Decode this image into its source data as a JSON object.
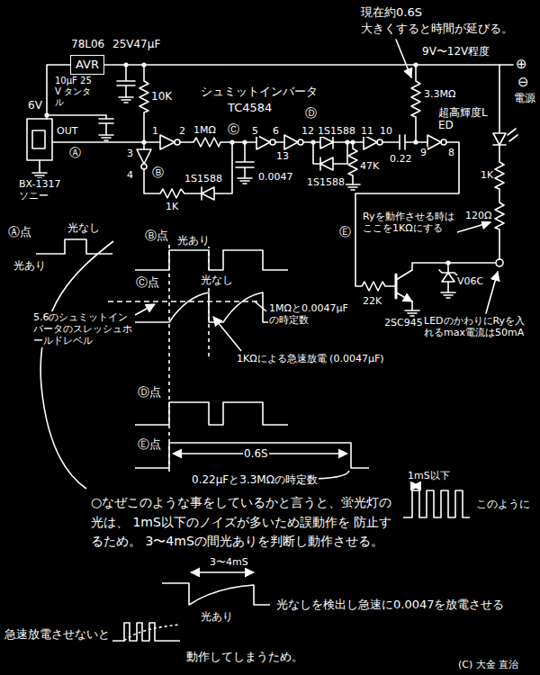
{
  "diagram": {
    "nodes": [
      {
        "text": [
          "AVR"
        ]
      }
    ],
    "labels": [
      "現在約0.6S",
      "大きくすると時間が延びる。",
      "78L06",
      "25V47μF",
      "9V〜12V程度",
      "⊕",
      "⊖",
      "電源",
      "10μF 25V タンタル",
      "6V",
      "シュミットインバータ",
      "TC4584",
      "10K",
      "3.3MΩ",
      "超高輝度LED",
      "OUT",
      "Ⓐ",
      "1",
      "2",
      "1MΩ",
      "Ⓒ",
      "5",
      "6",
      "Ⓓ",
      "12",
      "1S1588",
      "11",
      "10",
      "13",
      "9",
      "8",
      "0.22",
      "47K",
      "1S1588",
      "0.0047",
      "3",
      "Ⓑ",
      "4",
      "1S1588",
      "1K",
      "BX-1317 ソニー",
      "1K",
      "120Ω",
      "Ⓔ",
      "Ryを動作させる時はここを1KΩにする",
      "22K",
      "2SC945",
      "V06C",
      "LEDのかわりにRyを入れるmax電流は50mA",
      "Ⓐ点",
      "光なし",
      "光あり",
      "Ⓑ点",
      "光あり",
      "光なし",
      "Ⓒ点",
      "1MΩと0.0047μFの時定数",
      "5.6のシュミットインバータのスレッシュホールドレベル",
      "1KΩによる急速放電 (0.0047μF)",
      "Ⓓ点",
      "Ⓔ点",
      "0.6S",
      "0.22μFと3.3MΩの時定数",
      "○なぜこのような事をしているかと言うと、蛍光灯の光は、 1mS以下のノイズが多いため誤動作を 防止するため。 3〜4mSの間光ありを判断し動作させる。",
      "1mS以下",
      "このように",
      "3〜4mS",
      "光あり",
      "光なしを検出し急速に0.0047を放電させる",
      "急速放電させないと",
      "動作してしまうため。",
      "(C) 大金 直治"
    ]
  }
}
